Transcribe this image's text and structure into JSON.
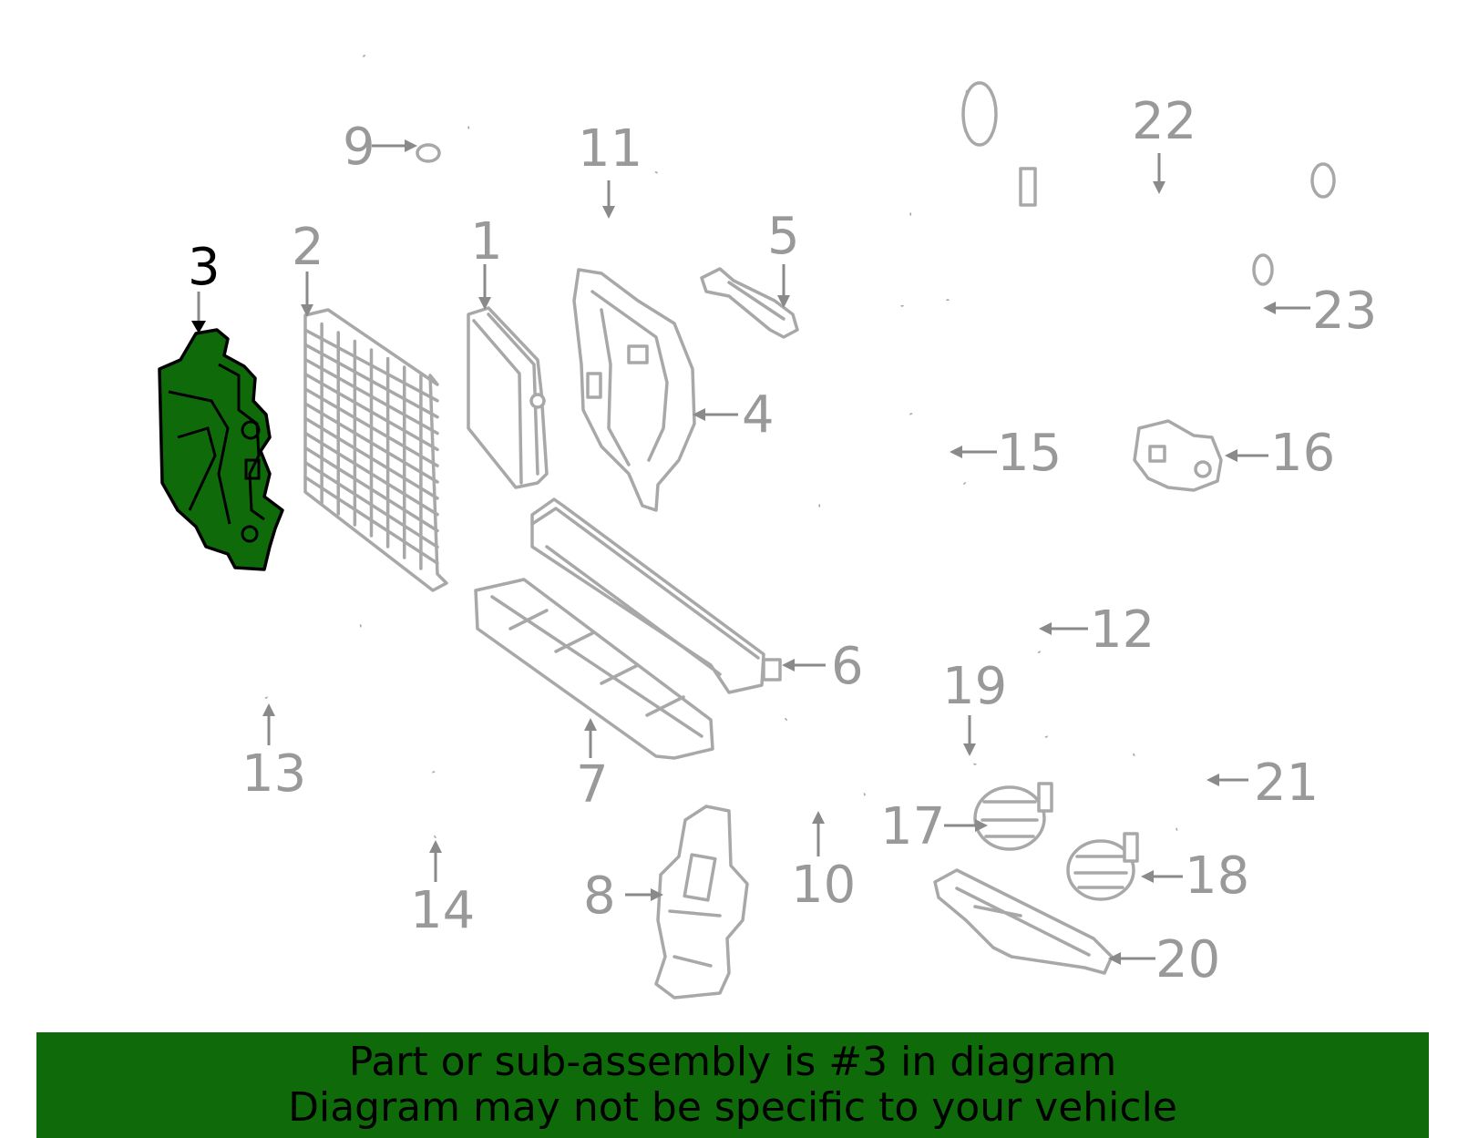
{
  "colors": {
    "highlight": "#0f6b0a",
    "part_stroke": "#a8a8a8",
    "label": "#999999",
    "highlight_label": "#000000",
    "banner": "#0f6b0a"
  },
  "highlighted_part": "3",
  "labels": {
    "p1": "1",
    "p2": "2",
    "p3": "3",
    "p4": "4",
    "p5": "5",
    "p6": "6",
    "p7": "7",
    "p8": "8",
    "p9": "9",
    "p10": "10",
    "p11": "11",
    "p12": "12",
    "p13": "13",
    "p14": "14",
    "p15": "15",
    "p16": "16",
    "p17": "17",
    "p18": "18",
    "p19": "19",
    "p20": "20",
    "p21": "21",
    "p22": "22",
    "p23": "23"
  },
  "banner": {
    "line1": "Part or sub-assembly is #3 in diagram",
    "line2": "Diagram may not be specific to your vehicle"
  }
}
